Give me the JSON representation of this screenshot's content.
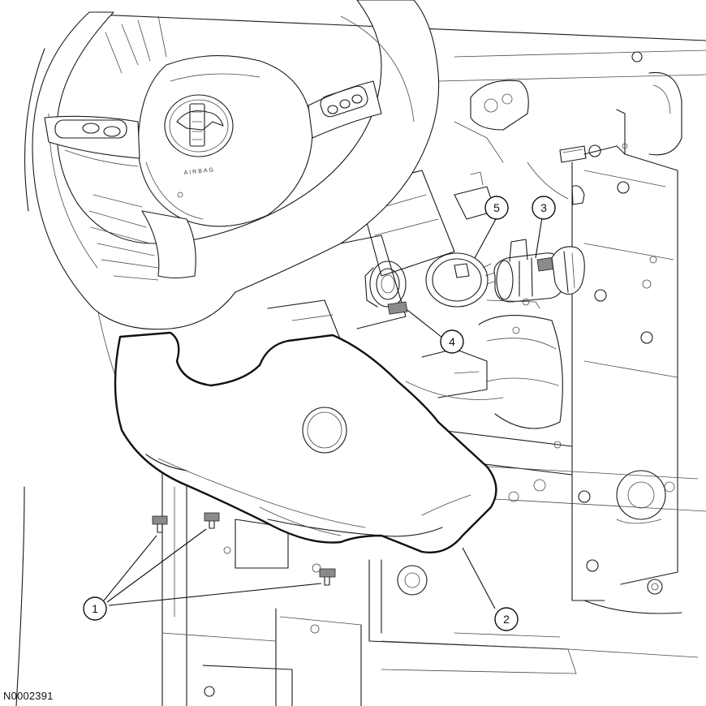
{
  "figure": {
    "id": "N0002391",
    "emblem": {
      "text": "AIRBAG"
    }
  },
  "callouts": [
    {
      "label": "1"
    },
    {
      "label": "2"
    },
    {
      "label": "3"
    },
    {
      "label": "4"
    },
    {
      "label": "5"
    }
  ]
}
